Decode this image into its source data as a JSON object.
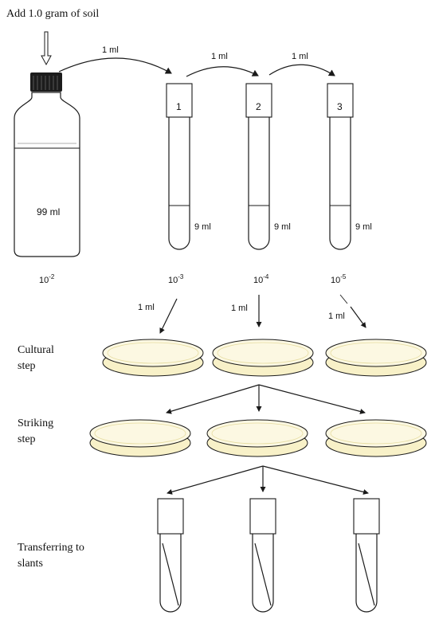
{
  "title": "Add 1.0 gram of soil",
  "transfer_volume": "1 ml",
  "bottle": {
    "volume": "99 ml",
    "dilution_base": "10",
    "dilution_exp": "-2"
  },
  "tubes": [
    {
      "number": "1",
      "volume": "9 ml",
      "dilution_base": "10",
      "dilution_exp": "-3"
    },
    {
      "number": "2",
      "volume": "9 ml",
      "dilution_base": "10",
      "dilution_exp": "-4"
    },
    {
      "number": "3",
      "volume": "9 ml",
      "dilution_base": "10",
      "dilution_exp": "-5"
    }
  ],
  "plate_transfer_labels": [
    "1 ml",
    "1 ml",
    "1 ml"
  ],
  "steps": {
    "cultural": [
      "Cultural",
      "step"
    ],
    "striking": [
      "Striking",
      "step"
    ],
    "slants": [
      "Transferring to",
      "slants"
    ]
  },
  "colors": {
    "agar": "#fbf7dc",
    "agar_edge": "#f1e9b8",
    "ink": "#1a1a1a",
    "cap": "#1c1c1c"
  }
}
